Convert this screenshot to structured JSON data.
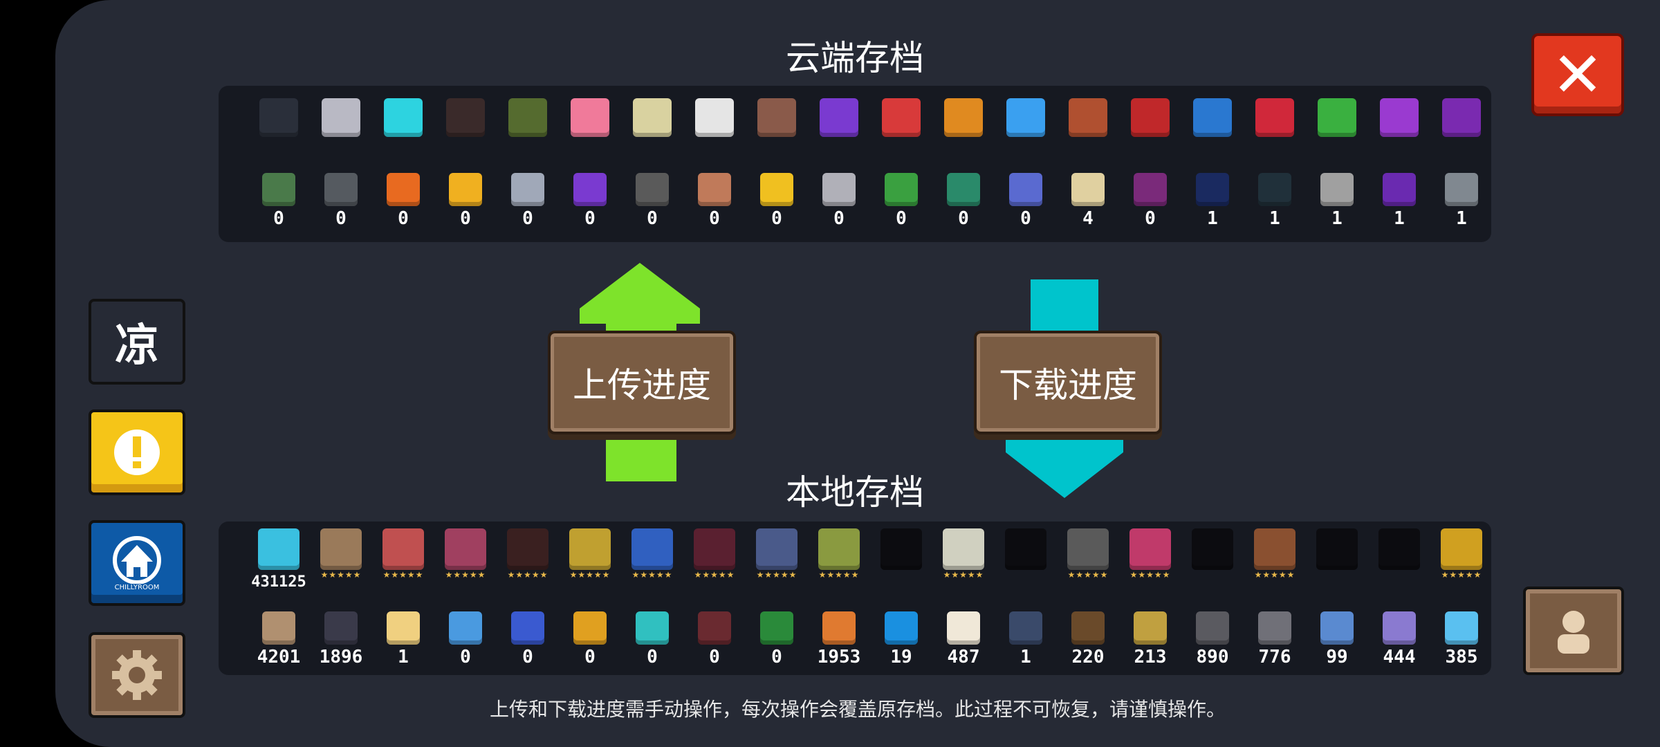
{
  "cloud_title": "云端存档",
  "local_title": "本地存档",
  "upload_label": "上传进度",
  "download_label": "下载进度",
  "footer_note": "上传和下载进度需手动操作，每次操作会覆盖原存档。此过程不可恢复，请谨慎操作。",
  "close_label": "✕",
  "sidebar": {
    "top_label": "凉",
    "alert_label": "!",
    "brand_label": "CHILLYROOM"
  },
  "colors": {
    "upload_arrow": "#7ee32b",
    "download_arrow": "#00c4cc",
    "alert_button": "#f5c518",
    "brand_button": "#0e5aa7"
  },
  "cloud_row1": [
    {
      "icon": "black-cat",
      "color": "#2a2f3a"
    },
    {
      "icon": "grey-cat",
      "color": "#b9b9c4"
    },
    {
      "icon": "ghost-cat",
      "color": "#2dd3e0"
    },
    {
      "icon": "dog",
      "color": "#3a2a2a"
    },
    {
      "icon": "fox",
      "color": "#556b2f"
    },
    {
      "icon": "pig",
      "color": "#f07a9a"
    },
    {
      "icon": "owl",
      "color": "#d9d2a0"
    },
    {
      "icon": "panda",
      "color": "#e5e5e5"
    },
    {
      "icon": "house",
      "color": "#8a5a4a"
    },
    {
      "icon": "purple-dragon",
      "color": "#7a3ad0"
    },
    {
      "icon": "clown",
      "color": "#d83a3a"
    },
    {
      "icon": "orange-dragon",
      "color": "#e08a20"
    },
    {
      "icon": "m-badge",
      "color": "#3aa0f0"
    },
    {
      "icon": "knight-helm",
      "color": "#b05030"
    },
    {
      "icon": "red-card",
      "color": "#c0282a"
    },
    {
      "icon": "blue-card",
      "color": "#2a78d0"
    },
    {
      "icon": "crimson-card",
      "color": "#d0283a"
    },
    {
      "icon": "green-card",
      "color": "#3ab040"
    },
    {
      "icon": "purple-card",
      "color": "#9a3ad0"
    },
    {
      "icon": "violet-card",
      "color": "#7a2ab0"
    }
  ],
  "cloud_row2": [
    {
      "icon": "turret",
      "color": "#4a7a4a",
      "count": "0"
    },
    {
      "icon": "canister",
      "color": "#555a60",
      "count": "0"
    },
    {
      "icon": "carrot",
      "color": "#e86a20",
      "count": "0"
    },
    {
      "icon": "puzzle",
      "color": "#f0b020",
      "count": "0"
    },
    {
      "icon": "trident",
      "color": "#a0a8b8",
      "count": "0"
    },
    {
      "icon": "crystal-plant",
      "color": "#7a3ad0",
      "count": "0"
    },
    {
      "icon": "robot",
      "color": "#5a5a5a",
      "count": "0"
    },
    {
      "icon": "box-face",
      "color": "#c07a5a",
      "count": "0"
    },
    {
      "icon": "moon",
      "color": "#f0c020",
      "count": "0"
    },
    {
      "icon": "helmet",
      "color": "#b0b0b8",
      "count": "0"
    },
    {
      "icon": "green-block",
      "color": "#3aa040",
      "count": "0"
    },
    {
      "icon": "fish",
      "color": "#2a8a6a",
      "count": "0"
    },
    {
      "icon": "flag",
      "color": "#5a6ad0",
      "count": "0"
    },
    {
      "icon": "book",
      "color": "#e0d0a0",
      "count": "4"
    },
    {
      "icon": "tablet",
      "color": "#7a2a7a",
      "count": "0"
    },
    {
      "icon": "map-tile-blue",
      "color": "#1a2a60",
      "count": "1"
    },
    {
      "icon": "map-tile-dark",
      "color": "#20303a",
      "count": "1"
    },
    {
      "icon": "map-tile-grey",
      "color": "#a0a0a0",
      "count": "1"
    },
    {
      "icon": "map-tile-purple",
      "color": "#6a2ab0",
      "count": "1"
    },
    {
      "icon": "map-tile-silver",
      "color": "#808890",
      "count": "1"
    }
  ],
  "local_row1": [
    {
      "icon": "gems",
      "color": "#3ac0e0",
      "count": "431125",
      "stars": ""
    },
    {
      "icon": "knight",
      "color": "#9a7a5a",
      "count": "",
      "stars": "★★★★★"
    },
    {
      "icon": "rogue",
      "color": "#c05050",
      "count": "",
      "stars": "★★★★★"
    },
    {
      "icon": "witch",
      "color": "#a04060",
      "count": "",
      "stars": "★★★★★"
    },
    {
      "icon": "assassin",
      "color": "#3a2020",
      "count": "",
      "stars": "★★★★★"
    },
    {
      "icon": "engineer",
      "color": "#c0a030",
      "count": "",
      "stars": "★★★★★"
    },
    {
      "icon": "robot-hero",
      "color": "#3060c0",
      "count": "",
      "stars": "★★★★★"
    },
    {
      "icon": "vampire",
      "color": "#5a2030",
      "count": "",
      "stars": "★★★★★"
    },
    {
      "icon": "paladin",
      "color": "#4a5a8a",
      "count": "",
      "stars": "★★★★★"
    },
    {
      "icon": "elf",
      "color": "#8a9a40",
      "count": "",
      "stars": "★★★★★"
    },
    {
      "icon": "locked-hero",
      "color": "#0c0c10",
      "count": "",
      "stars": ""
    },
    {
      "icon": "priest",
      "color": "#d0d0c0",
      "count": "",
      "stars": "★★★★★"
    },
    {
      "icon": "locked-hero",
      "color": "#0c0c10",
      "count": "",
      "stars": ""
    },
    {
      "icon": "werewolf",
      "color": "#5a5a5a",
      "count": "",
      "stars": "★★★★★"
    },
    {
      "icon": "berserker",
      "color": "#c03a6a",
      "count": "",
      "stars": "★★★★★"
    },
    {
      "icon": "locked-hero",
      "color": "#0c0c10",
      "count": "",
      "stars": ""
    },
    {
      "icon": "officer",
      "color": "#8a5030",
      "count": "",
      "stars": "★★★★★"
    },
    {
      "icon": "locked-hero",
      "color": "#0c0c10",
      "count": "",
      "stars": ""
    },
    {
      "icon": "locked-hero",
      "color": "#0c0c10",
      "count": "",
      "stars": ""
    },
    {
      "icon": "golden-hero",
      "color": "#d0a020",
      "count": "",
      "stars": "★★★★★"
    }
  ],
  "local_row2": [
    {
      "icon": "wood",
      "color": "#b09070",
      "count": "4201"
    },
    {
      "icon": "battery",
      "color": "#3a3a4a",
      "count": "1896"
    },
    {
      "icon": "scroll",
      "color": "#f0d080",
      "count": "1"
    },
    {
      "icon": "blue-crystal",
      "color": "#4a9ae0",
      "count": "0"
    },
    {
      "icon": "potion",
      "color": "#3a5ad0",
      "count": "0"
    },
    {
      "icon": "gold-coin",
      "color": "#e0a020",
      "count": "0"
    },
    {
      "icon": "cyan-gem",
      "color": "#30c0c0",
      "count": "0"
    },
    {
      "icon": "bat-wing",
      "color": "#6a2a30",
      "count": "0"
    },
    {
      "icon": "green-book",
      "color": "#2a8a3a",
      "count": "0"
    },
    {
      "icon": "meat",
      "color": "#e07a30",
      "count": "1953"
    },
    {
      "icon": "blue-orb",
      "color": "#1a90e0",
      "count": "19"
    },
    {
      "icon": "flour-bag",
      "color": "#f0e8d8",
      "count": "487"
    },
    {
      "icon": "fish-token",
      "color": "#3a4a6a",
      "count": "1"
    },
    {
      "icon": "hammer",
      "color": "#6a4a2a",
      "count": "220"
    },
    {
      "icon": "feather",
      "color": "#c0a040",
      "count": "213"
    },
    {
      "icon": "gear-part",
      "color": "#5a5a60",
      "count": "890"
    },
    {
      "icon": "ore",
      "color": "#707078",
      "count": "776"
    },
    {
      "icon": "cloth",
      "color": "#5a8ad0",
      "count": "99"
    },
    {
      "icon": "shard-purple",
      "color": "#8a7ad0",
      "count": "444"
    },
    {
      "icon": "shard-cyan",
      "color": "#5ac0f0",
      "count": "385"
    }
  ]
}
